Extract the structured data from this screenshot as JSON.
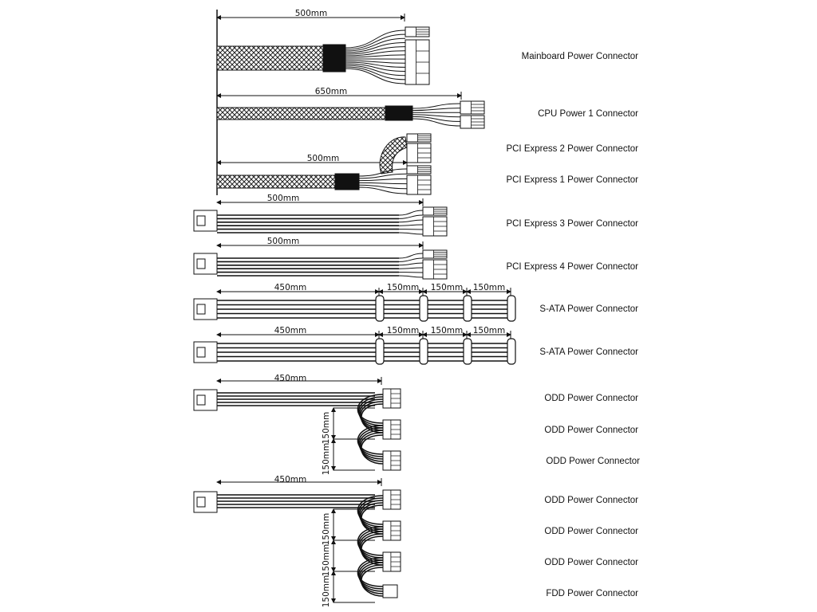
{
  "connectors": [
    {
      "label": "Mainboard Power Connector",
      "length": "500mm"
    },
    {
      "label": "CPU Power 1 Connector",
      "length": "650mm"
    },
    {
      "label": "PCI Express 2 Power Connector"
    },
    {
      "label": "PCI Express 1 Power Connector",
      "length": "500mm"
    },
    {
      "label": "PCI Express 3 Power Connector",
      "length": "500mm"
    },
    {
      "label": "PCI Express 4 Power Connector",
      "length": "500mm"
    },
    {
      "label": "S-ATA  Power Connector",
      "lengths": [
        "450mm",
        "150mm",
        "150mm",
        "150mm"
      ]
    },
    {
      "label": "S-ATA  Power Connector",
      "lengths": [
        "450mm",
        "150mm",
        "150mm",
        "150mm"
      ]
    },
    {
      "label": "ODD Power Connector",
      "lengths": [
        "450mm",
        "150mm",
        "150mm"
      ]
    },
    {
      "label": "ODD Power Connector"
    },
    {
      "label": "ODD Power Connector"
    },
    {
      "label": "ODD Power Connector",
      "lengths": [
        "450mm",
        "150mm",
        "150mm",
        "150mm"
      ]
    },
    {
      "label": "ODD Power Connector"
    },
    {
      "label": "ODD Power Connector"
    },
    {
      "label": "FDD Power Connector"
    }
  ]
}
